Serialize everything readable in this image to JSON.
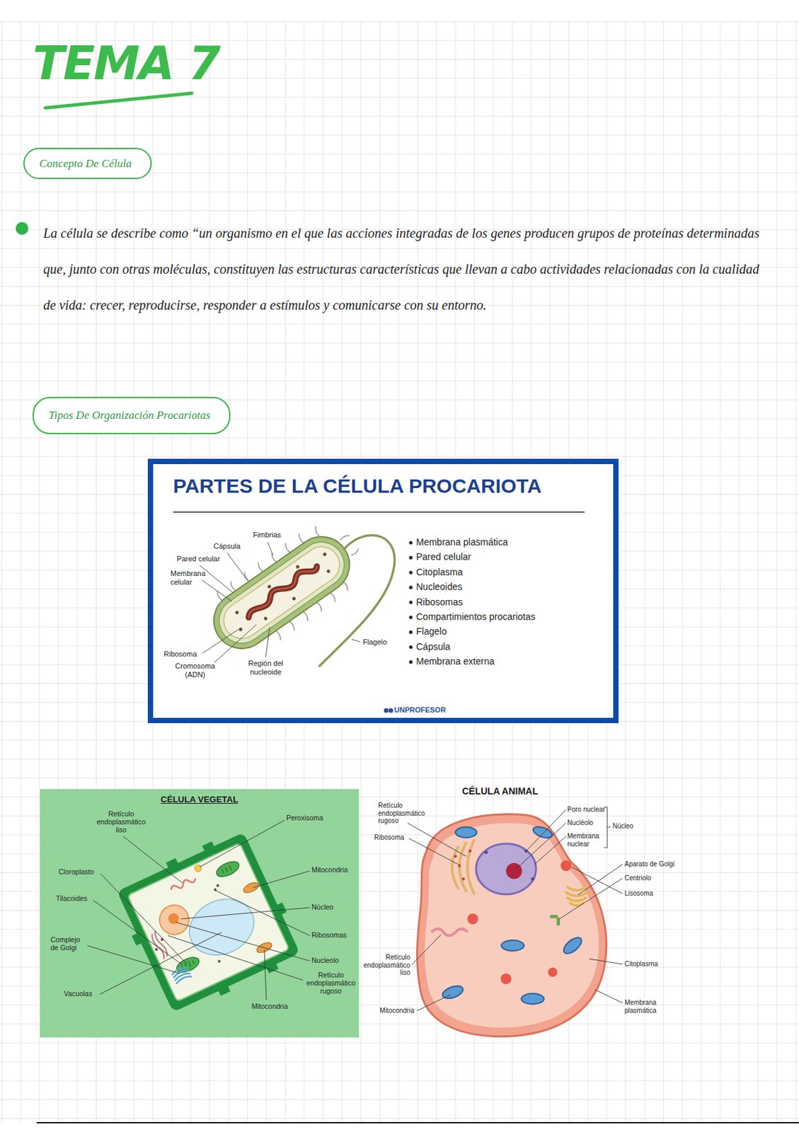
{
  "diagram": {
    "title": "TEMA 7",
    "nodes": [
      {
        "text": [
          "Concepto De Célula"
        ]
      },
      {
        "text": [
          "Tipos De Organización Procariotas"
        ]
      },
      {
        "text": [
          "PARTES DE LA CÉLULA PROCARIOTA"
        ]
      },
      {
        "text": [
          "CÉLULA VEGETAL"
        ]
      },
      {
        "text": [
          "CÉLULA ANIMAL"
        ]
      }
    ],
    "labels": [
      "La célula se describe como “un organismo en el que las acciones integradas de los genes producen grupos de proteínas determinadas que, junto con otras moléculas, constituyen las estructuras características que llevan a cabo actividades relacionadas con la cualidad de vida: crecer, reproducirse, responder a estímulos y comunicarse con su entorno.",
      "Fimbrias",
      "Cápsula",
      "Pared celular",
      "Membrana celular",
      "Flagelo",
      "Ribosoma",
      "Cromosoma (ADN)",
      "Región del nucleoide",
      "Membrana plasmática",
      "Pared celular",
      "Citoplasma",
      "Nucleoides",
      "Ribosomas",
      "Compartimientos procariotas",
      "Flagelo",
      "Cápsula",
      "Membrana externa",
      "UNPROFESOR",
      "Retículo endoplasmático liso",
      "Peroxisoma",
      "Cloroplasto",
      "Mitocondria",
      "Tilacoides",
      "Núcleo",
      "Ribosomas",
      "Complejo de Golgi",
      "Nucleolo",
      "Retículo endoplasmático rugoso",
      "Vacuolas",
      "Mitocondria",
      "Retículo endoplasmático rugoso",
      "Ribosoma",
      "Poro nuclear",
      "Nucléolo",
      "Membrana nuclear",
      "Núcleo",
      "Aparato de Golgi",
      "Centriolo",
      "Lisosoma",
      "Retículo endoplasmático liso",
      "Mitocondria",
      "Citoplasma",
      "Membrana plasmática"
    ]
  }
}
